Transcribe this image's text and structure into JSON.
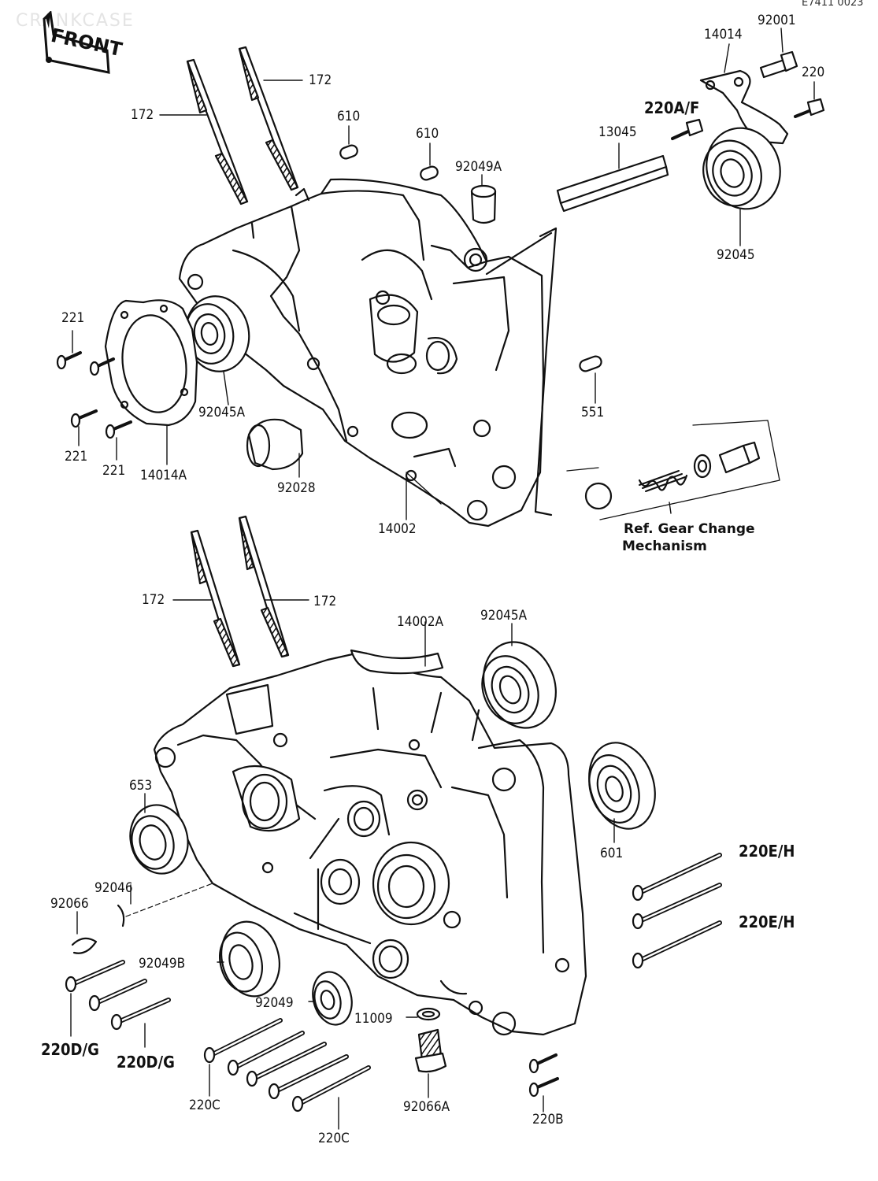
{
  "header": {
    "ref_code": "E7411 0023",
    "watermark": "CRANKCASE"
  },
  "badge": {
    "front_label": "FRONT"
  },
  "top_assembly": {
    "labels": {
      "stud_left": "172",
      "stud_right": "172",
      "dowel_a": "610",
      "dowel_b": "610",
      "plug": "92049A",
      "guide": "13045",
      "bracket": "14014",
      "bolt_top": "92001",
      "screw_220": "220",
      "screw_220af": "220A/F",
      "bearing_right": "92045",
      "pin": "551",
      "screw_221_a": "221",
      "screw_221_b": "221",
      "screw_221_c": "221",
      "bearing_left": "92045A",
      "plate": "14014A",
      "sleeve": "92028",
      "case_left": "14002",
      "ref_line1": "Ref. Gear Change",
      "ref_line2": "Mechanism"
    }
  },
  "bottom_assembly": {
    "labels": {
      "stud_left": "172",
      "stud_right": "172",
      "case_right": "14002A",
      "bearing_top": "92045A",
      "seal_653": "653",
      "bearing_601": "601",
      "bolt_220eh_a": "220E/H",
      "bolt_220eh_b": "220E/H",
      "clip_92046": "92046",
      "clip_92066": "92066",
      "seal_92049b": "92049B",
      "seal_92049": "92049",
      "washer_11009": "11009",
      "bolt_220dg_a": "220D/G",
      "bolt_220dg_b": "220D/G",
      "bolt_220c_a": "220C",
      "bolt_220c_b": "220C",
      "plug_92066a": "92066A",
      "screw_220b": "220B"
    }
  }
}
